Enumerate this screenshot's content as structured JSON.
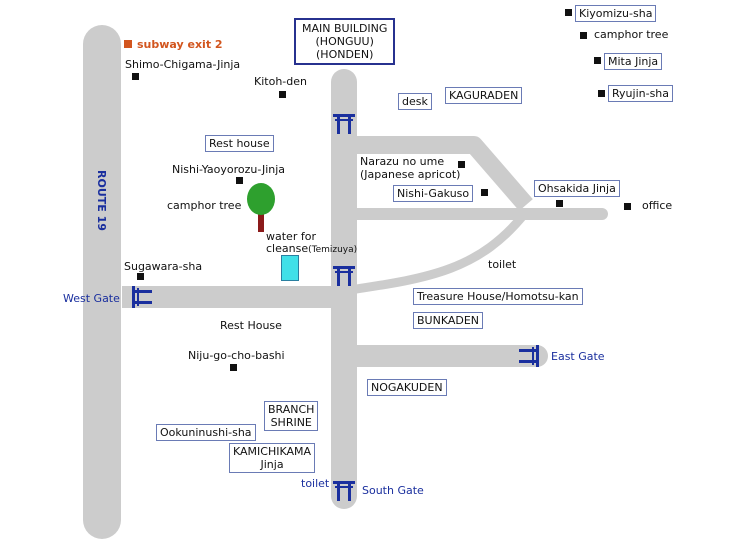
{
  "map": {
    "route_label": "ROUTE 19",
    "colors": {
      "road": "#cccccc",
      "torii": "#1a2f9e",
      "marker": "#111111",
      "subway": "#d2551e",
      "basin": "#40e0e8",
      "tree": "#2ea02e"
    },
    "icons": [
      "torii-icon",
      "tree-icon",
      "water-basin-icon",
      "place-marker-icon",
      "subway-marker-icon"
    ],
    "main_building": {
      "line1": "MAIN BUILDING",
      "line2": "(HONGUU)",
      "line3": "(HONDEN)"
    },
    "places": {
      "kiyomizu": "Kiyomizu-sha",
      "camphor_ne": "camphor tree",
      "mita": "Mita Jinja",
      "ryujin": "Ryujin-sha",
      "subway": "subway exit 2",
      "shimo": "Shimo-Chigama-Jinja",
      "kitoh": "Kitoh-den",
      "desk": "desk",
      "kaguraden": "KAGURADEN",
      "rest_box": "Rest house",
      "nishi_yao": "Nishi-Yaoyorozu-Jinja",
      "narazu1": "Narazu no ume",
      "narazu2": "(Japanese apricot)",
      "nishi_gakuso": "Nishi-Gakuso",
      "ohsakida": "Ohsakida Jinja",
      "office": "office",
      "camphor_w": "camphor tree",
      "water1": "water for",
      "water2": "cleanse",
      "water3": "(Temizuya)",
      "sugawara": "Sugawara-sha",
      "toilet_e": "toilet",
      "treasure": "Treasure House/Homotsu-kan",
      "bunkaden": "BUNKADEN",
      "rest_plain": "Rest House",
      "nijugo": "Niju-go-cho-bashi",
      "nogakuden": "NOGAKUDEN",
      "branch1": "BRANCH",
      "branch2": "SHRINE",
      "ookuni": "Ookuninushi-sha",
      "kamichi1": "KAMICHIKAMA",
      "kamichi2": "Jinja",
      "toilet_s": "toilet"
    },
    "gates": {
      "west": "West Gate",
      "east": "East Gate",
      "south": "South Gate"
    }
  }
}
